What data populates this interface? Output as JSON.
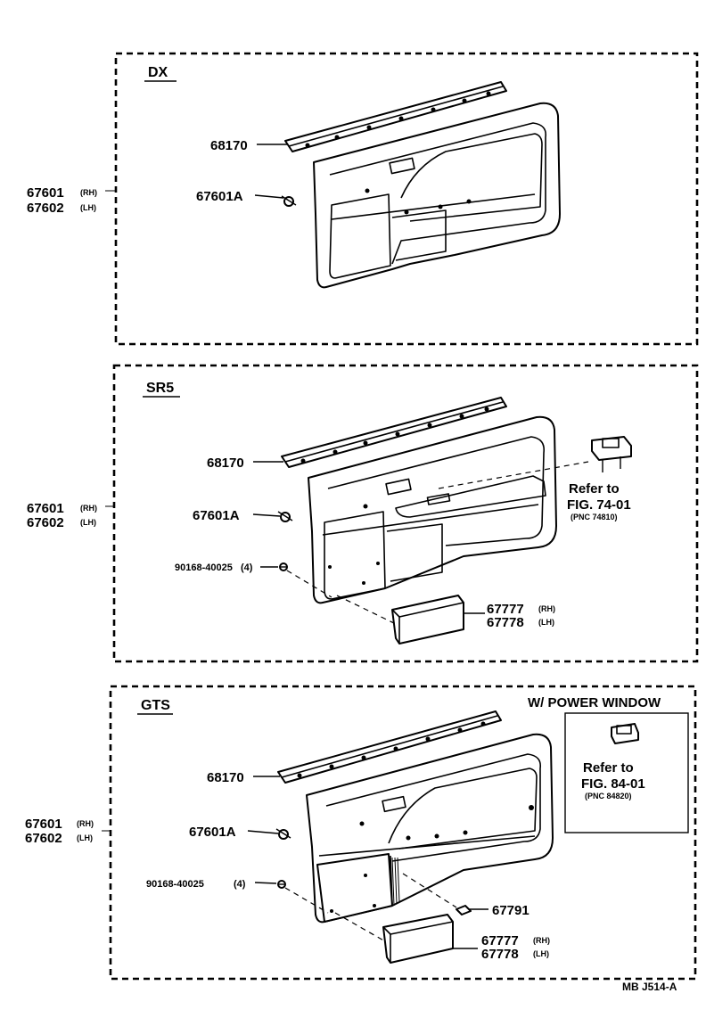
{
  "sections": {
    "dx": {
      "title": "DX",
      "labels": {
        "molding": "68170",
        "clip": "67601A",
        "panel_rh": "67601",
        "rh": "(RH)",
        "panel_lh": "67602",
        "lh": "(LH)"
      }
    },
    "sr5": {
      "title": "SR5",
      "labels": {
        "molding": "68170",
        "clip": "67601A",
        "screw": "90168-40025",
        "screw_qty": "(4)",
        "panel_rh": "67601",
        "rh": "(RH)",
        "panel_lh": "67602",
        "lh": "(LH)",
        "pocket_rh": "67777",
        "pocket_rh_side": "(RH)",
        "pocket_lh": "67778",
        "pocket_lh_side": "(LH)"
      },
      "reference": {
        "line1": "Refer to",
        "line2": "FIG. 74-01",
        "line3": "(PNC 74810)"
      }
    },
    "gts": {
      "title": "GTS",
      "labels": {
        "molding": "68170",
        "clip": "67601A",
        "screw": "90168-40025",
        "screw_qty": "(4)",
        "panel_rh": "67601",
        "rh": "(RH)",
        "panel_lh": "67602",
        "lh": "(LH)",
        "carpet": "67791",
        "pocket_rh": "67777",
        "pocket_rh_side": "(RH)",
        "pocket_lh": "67778",
        "pocket_lh_side": "(LH)"
      },
      "inset": {
        "title": "W/ POWER  WINDOW",
        "line1": "Refer to",
        "line2": "FIG. 84-01",
        "line3": "(PNC 84820)"
      }
    }
  },
  "footer_code": "MB  J514-A"
}
